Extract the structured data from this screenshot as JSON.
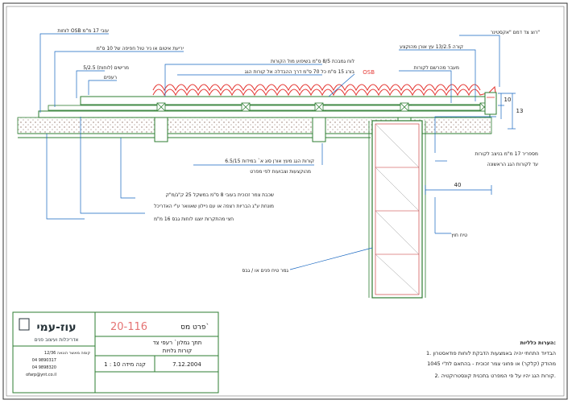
{
  "colors": {
    "line": "#2e7d32",
    "dim": "#1565c0",
    "tile": "#e53935",
    "ink": "#1a1a1a",
    "frame": "#333333"
  },
  "labels": {
    "osb_top": "לוחות OSB עובי 17 מ\"מ",
    "wind_barrier": "יריעת איטום או ניר טול חפיפה של 10 ס\"מ",
    "battens": "מרישים (לוחות) 5/2.5",
    "tiles": "רעפים",
    "grip_strip": "רוצ צד דמם \"אקסטינר\"",
    "batten_strip": "קורה 13/2.5 עץ אורן מהוקצע",
    "board": "לוח גמבכת 8/5 ס\"מ בשיפוע מול הקורות",
    "drill": "בורג 15 ס\"מ כל 70 ס\"מ דרך ההבדלה אל קורות הגג",
    "osb_mark": "OSB",
    "mount": "מעבר מהרשם לקורות",
    "rafter_spec": "קורות הגג מעץ אורן סוג א` במידות 6.5/15",
    "rafter_note": "מהוקצעות וצבועות לפי מפרט",
    "insulation_1": "שכבת צמר זכוכית בעובי 8 ס\"מ במשקל 25 ק\"ג/מ\"ק",
    "insulation_2": "מונחת ע\"ג הבריות רצפה או עם ניילון שאוואר ע\"י האדריכל",
    "ceiling": "חצי מהתקרות יוצגו לוחות גבס 16 מ\"מ",
    "facia_1": "מספריר 17 מ\"מ בניצב לקורות",
    "facia_2": "עד לקורות הגג הראשונה",
    "wall_outer": "טיח חוץ",
    "wall_inner": "גמר טיח פנים או / גבס",
    "dim_40": "40",
    "dim_10": "10",
    "dim_13": "13"
  },
  "title_block": {
    "detail_label": "פרט מס`",
    "detail_no": "20-116",
    "desc_1": "תתך גמלון` רעפי צד",
    "desc_2": "קורות גלויות",
    "scale": "קנה מידה 10 : 1",
    "date": "7.12.2004",
    "logo": "עוז-עמי",
    "firm": "אדריכלות ועיצוב פנים",
    "contact_1": "קומה מאשר הונאה 12/36",
    "contact_2": "04 9890317",
    "contact_3": "04 9898320",
    "contact_4": "ofarp@ynt.co.il"
  },
  "notes": {
    "heading": "הערות כלליות:",
    "n1": "1. הבדיוד התחתי יהיה באמצעות הדבקת לוחות פודאסטרון",
    "n2": "מהודק (קלקר) או פחוני צמר זכוכית - בהתאם לת\"י 1045",
    "n3": "2. קורות הגג יהיו על פי המפרט בתכנית קונסטרוקטיה."
  }
}
